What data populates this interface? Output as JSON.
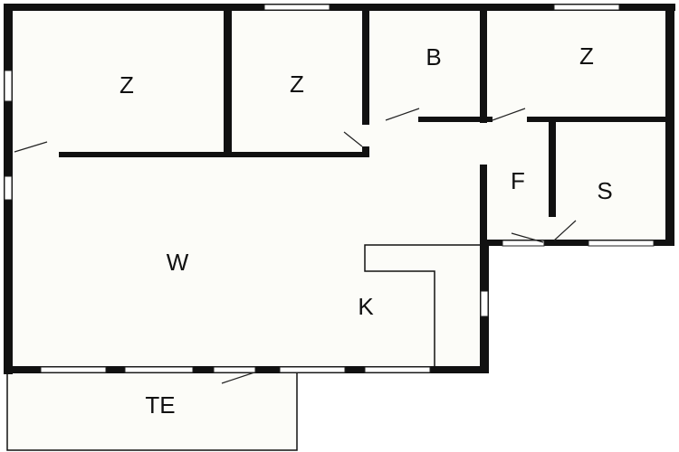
{
  "rooms": {
    "bedroom_1": "Z",
    "bedroom_2": "Z",
    "bathroom": "B",
    "bedroom_3": "Z",
    "hall": "F",
    "storage": "S",
    "living": "W",
    "kitchen": "K",
    "terrace": "TE"
  },
  "colors": {
    "wall": "#111111",
    "floor": "#fcfcf8",
    "background": "#ffffff"
  }
}
